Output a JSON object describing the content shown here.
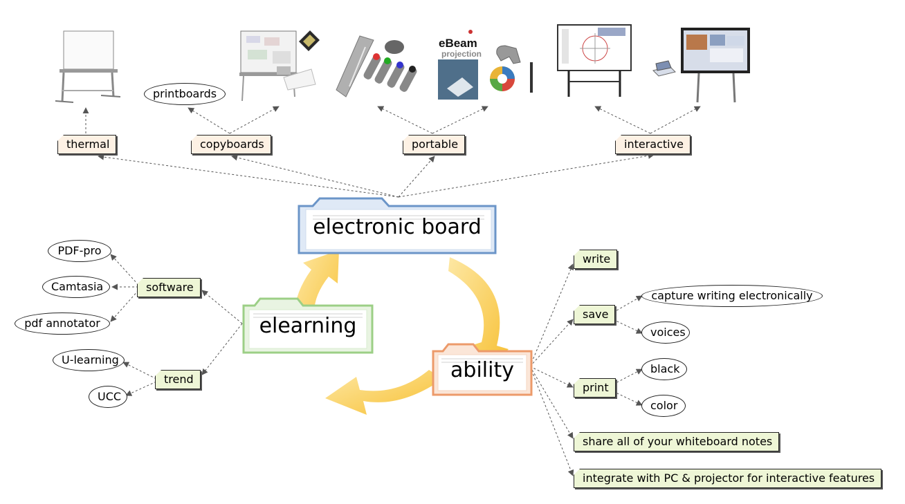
{
  "center": {
    "board": "electronic board",
    "elearning": "elearning",
    "ability": "ability"
  },
  "board_types": {
    "thermal": "thermal",
    "copyboards": "copyboards",
    "printboards": "printboards",
    "portable": "portable",
    "interactive": "interactive"
  },
  "elearning_branch": {
    "software": "software",
    "software_items": [
      "PDF-pro",
      "Camtasia",
      "pdf annotator"
    ],
    "trend": "trend",
    "trend_items": [
      "U-learning",
      "UCC"
    ]
  },
  "ability_branch": {
    "write": "write",
    "save": "save",
    "save_items": [
      "capture writing electronically",
      "voices"
    ],
    "print": "print",
    "print_items": [
      "black",
      "color"
    ],
    "share": "share all of your whiteboard notes",
    "integrate": "integrate with PC & projector for interactive features"
  },
  "product_logo": {
    "brand": "eBeam",
    "sub": "projection"
  },
  "colors": {
    "board_folder": "#6b95c8",
    "elearning_folder": "#9ccf86",
    "ability_folder": "#ec9a6a",
    "cycle_arrow": "#f7c02c",
    "tag_peach": "#fdf1e4",
    "tag_green": "#eef6d6",
    "connector": "#555555"
  }
}
